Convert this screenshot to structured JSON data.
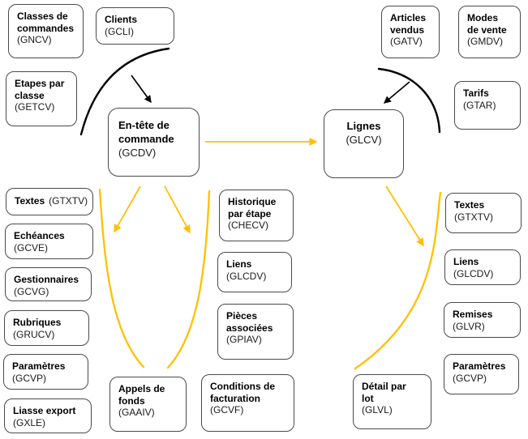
{
  "colors": {
    "accent_yellow": "#FFC000",
    "connector_black": "#000000",
    "box_border": "#4a4a4a",
    "text": "#000000",
    "background": "#ffffff"
  },
  "diagram": {
    "boxes": {
      "classes_commandes": {
        "label": "Classes de\ncommandes",
        "code": "(GNCV)"
      },
      "clients": {
        "label": "Clients",
        "code": "(GCLI)"
      },
      "etapes_par_classe": {
        "label": "Etapes par\nclasse",
        "code": "(GETCV)"
      },
      "entete_commande": {
        "label": "En-tête de\ncommande",
        "code": "(GCDV)"
      },
      "lignes": {
        "label": "Lignes",
        "code": "(GLCV)"
      },
      "articles_vendus": {
        "label": "Articles\nvendus",
        "code": "(GATV)"
      },
      "modes_de_vente": {
        "label": "Modes\nde vente",
        "code": "(GMDV)"
      },
      "tarifs": {
        "label": "Tarifs",
        "code": "(GTAR)"
      },
      "textes_gauche": {
        "label": "Textes",
        "code": "(GTXTV)"
      },
      "echeances": {
        "label": "Echéances",
        "code": "(GCVE)"
      },
      "gestionnaires": {
        "label": "Gestionnaires",
        "code": "(GCVG)"
      },
      "rubriques": {
        "label": "Rubriques",
        "code": "(GRUCV)"
      },
      "parametres_gauche": {
        "label": "Paramètres",
        "code": "(GCVP)"
      },
      "liasse_export": {
        "label": "Liasse export",
        "code": "(GXLE)"
      },
      "historique_par_etape": {
        "label": "Historique\npar étape",
        "code": "(CHECV)"
      },
      "liens_milieu": {
        "label": "Liens",
        "code": "(GLCDV)"
      },
      "pieces_associees": {
        "label": "Pièces\nassociées",
        "code": "(GPIAV)"
      },
      "appels_de_fonds": {
        "label": "Appels de\nfonds",
        "code": "(GAAIV)"
      },
      "conditions_facturation": {
        "label": "Conditions de\nfacturation",
        "code": "(GCVF)"
      },
      "textes_droite": {
        "label": "Textes",
        "code": "(GTXTV)"
      },
      "liens_droite": {
        "label": "Liens",
        "code": "(GLCDV)"
      },
      "remises": {
        "label": "Remises",
        "code": "(GLVR)"
      },
      "parametres_droite": {
        "label": "Paramètres",
        "code": "(GCVP)"
      },
      "detail_par_lot": {
        "label": "Détail par\nlot",
        "code": "(GLVL)"
      }
    }
  }
}
